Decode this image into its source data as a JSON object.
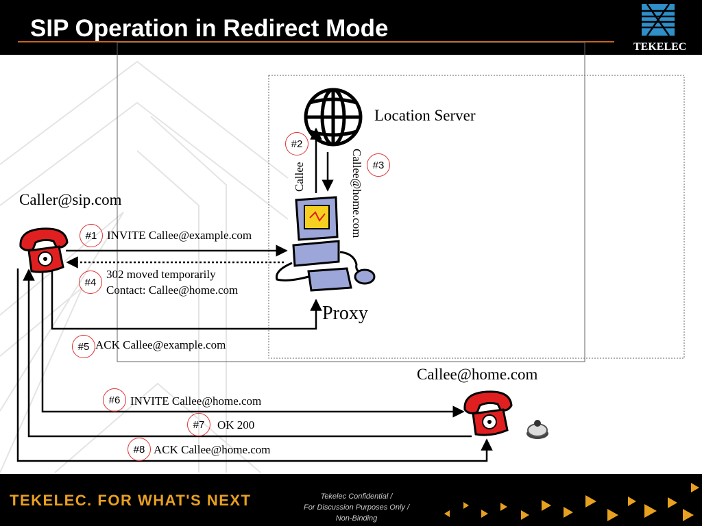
{
  "header": {
    "title": "SIP Operation in Redirect Mode",
    "logo_text": "TEKELEC"
  },
  "nodes": {
    "caller": "Caller@sip.com",
    "location_server": "Location Server",
    "proxy": "Proxy",
    "callee": "Callee@home.com"
  },
  "messages": [
    {
      "step": "#1",
      "text": "INVITE Callee@example.com"
    },
    {
      "step": "#2",
      "text": "Callee"
    },
    {
      "step": "#3",
      "text": "Callee@home.com"
    },
    {
      "step": "#4",
      "text_line1": "302 moved temporarily",
      "text_line2": "Contact: Callee@home.com"
    },
    {
      "step": "#5",
      "text": "ACK Callee@example.com"
    },
    {
      "step": "#6",
      "text": "INVITE Callee@home.com"
    },
    {
      "step": "#7",
      "text": "OK 200"
    },
    {
      "step": "#8",
      "text": "ACK Callee@home.com"
    }
  ],
  "footer": {
    "tagline": "TEKELEC. FOR WHAT'S NEXT",
    "confidential_line1": "Tekelec Confidential /",
    "confidential_line2": "For Discussion Purposes Only /",
    "confidential_line3": "Non-Binding"
  },
  "colors": {
    "accent": "#e8a020",
    "step_circle": "#e03030",
    "phone": "#e02020",
    "header_bg": "#000000"
  }
}
